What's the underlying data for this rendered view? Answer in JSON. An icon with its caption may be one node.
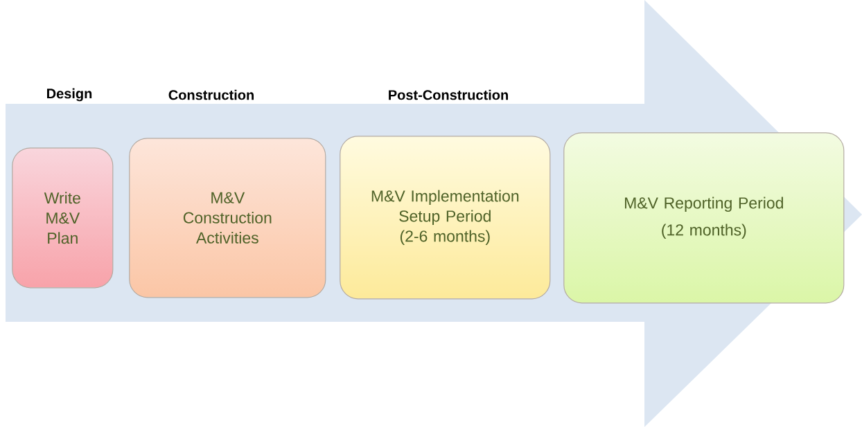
{
  "diagram": {
    "nodes": [
      {
        "text": [],
        "shape": "arrow"
      },
      {
        "text": [
          "Write M&V Plan"
        ],
        "in": 0
      },
      {
        "text": [
          "M&V Construction Activities"
        ],
        "in": 0
      },
      {
        "text": [
          "M&V Implementation Setup Period (2-6 months)"
        ],
        "in": 0
      },
      {
        "text": [
          "M&V Reporting Period",
          "(12 months)"
        ],
        "in": 0
      }
    ],
    "labels": [
      "Design",
      "Construction",
      "Post-Construction"
    ]
  }
}
